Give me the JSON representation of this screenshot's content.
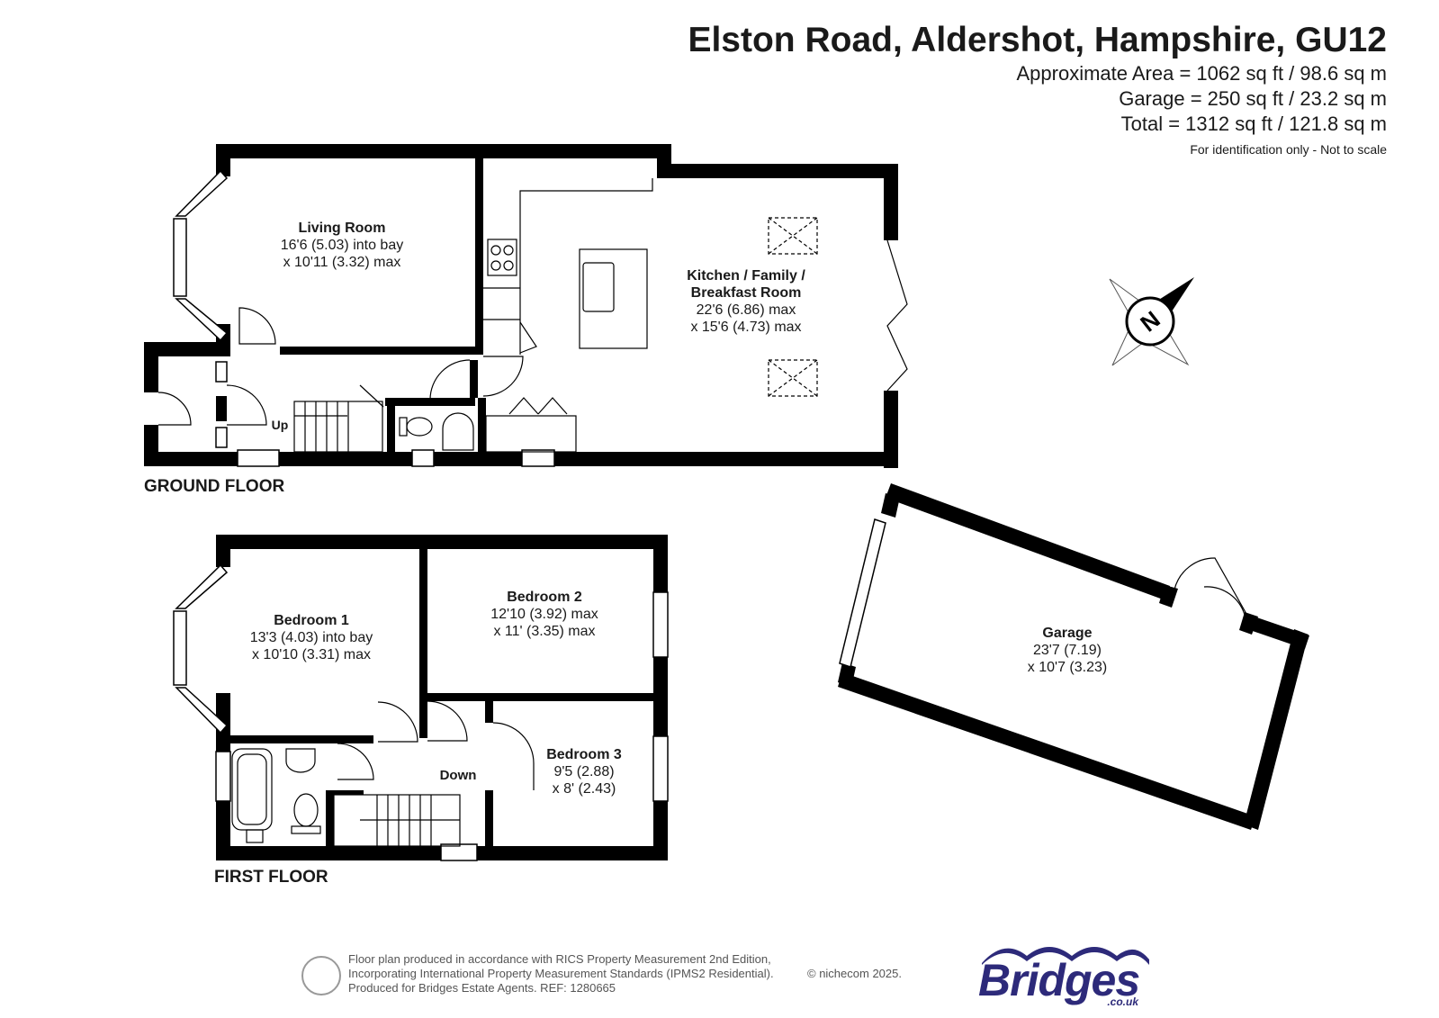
{
  "header": {
    "title": "Elston Road, Aldershot, Hampshire, GU12",
    "approx_area": "Approximate Area = 1062 sq ft / 98.6 sq m",
    "garage_area": "Garage = 250 sq ft / 23.2 sq m",
    "total_area": "Total = 1312 sq ft / 121.8 sq m",
    "disclaimer": "For identification only - Not to scale"
  },
  "floors": {
    "ground": "GROUND FLOOR",
    "first": "FIRST FLOOR"
  },
  "rooms": {
    "living": {
      "name": "Living Room",
      "dim1": "16'6 (5.03) into bay",
      "dim2": "x 10'11 (3.32) max"
    },
    "kitchen": {
      "name1": "Kitchen / Family /",
      "name2": "Breakfast Room",
      "dim1": "22'6 (6.86) max",
      "dim2": "x 15'6 (4.73) max"
    },
    "bedroom1": {
      "name": "Bedroom 1",
      "dim1": "13'3 (4.03) into bay",
      "dim2": "x 10'10 (3.31) max"
    },
    "bedroom2": {
      "name": "Bedroom 2",
      "dim1": "12'10 (3.92) max",
      "dim2": "x 11' (3.35) max"
    },
    "bedroom3": {
      "name": "Bedroom 3",
      "dim1": "9'5 (2.88)",
      "dim2": "x 8' (2.43)"
    },
    "garage": {
      "name": "Garage",
      "dim1": "23'7 (7.19)",
      "dim2": "x 10'7 (3.23)"
    }
  },
  "labels": {
    "up": "Up",
    "down": "Down",
    "compass": "N"
  },
  "footer": {
    "line1": "Floor plan produced in accordance with RICS Property Measurement 2nd Edition,",
    "line2": "Incorporating International Property Measurement Standards (IPMS2 Residential).",
    "line3": "Produced for Bridges Estate Agents.   REF: 1280665",
    "copyright": "© nichecom 2025."
  },
  "logo": {
    "text": "Bridges",
    "sub": ".co.uk"
  },
  "colors": {
    "wall": "#000000",
    "brand": "#2d2a7a"
  }
}
